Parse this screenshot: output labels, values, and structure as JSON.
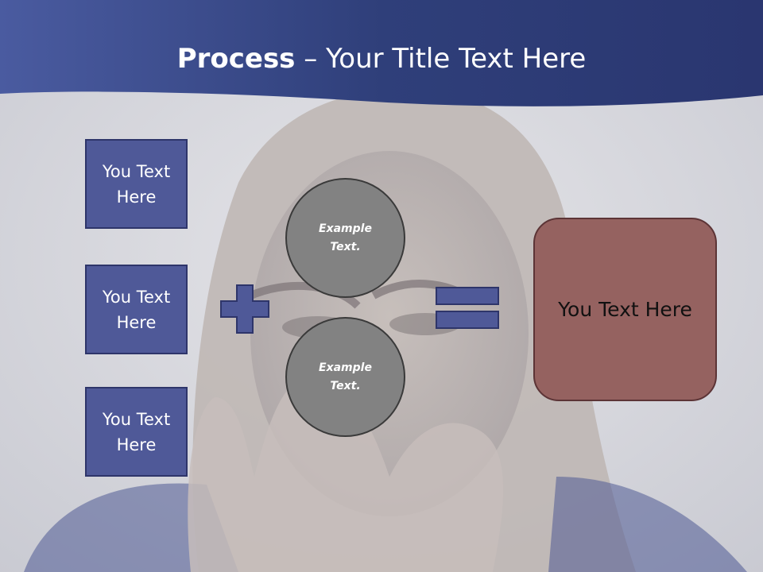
{
  "slide": {
    "title_bold": "Process",
    "title_rest": " – Your Title Text Here"
  },
  "left_boxes": [
    {
      "label": "You Text Here"
    },
    {
      "label": "You Text Here"
    },
    {
      "label": "You Text Here"
    }
  ],
  "circles": [
    {
      "label": "Example Text."
    },
    {
      "label": "Example Text."
    }
  ],
  "result": {
    "label": "You Text Here"
  },
  "icons": {
    "plus": "plus-icon",
    "equals": "equals-icon"
  },
  "colors": {
    "header": "#2f3f7a",
    "box_fill": "#4f5998",
    "circle_fill": "#828282",
    "result_fill": "#956260"
  }
}
